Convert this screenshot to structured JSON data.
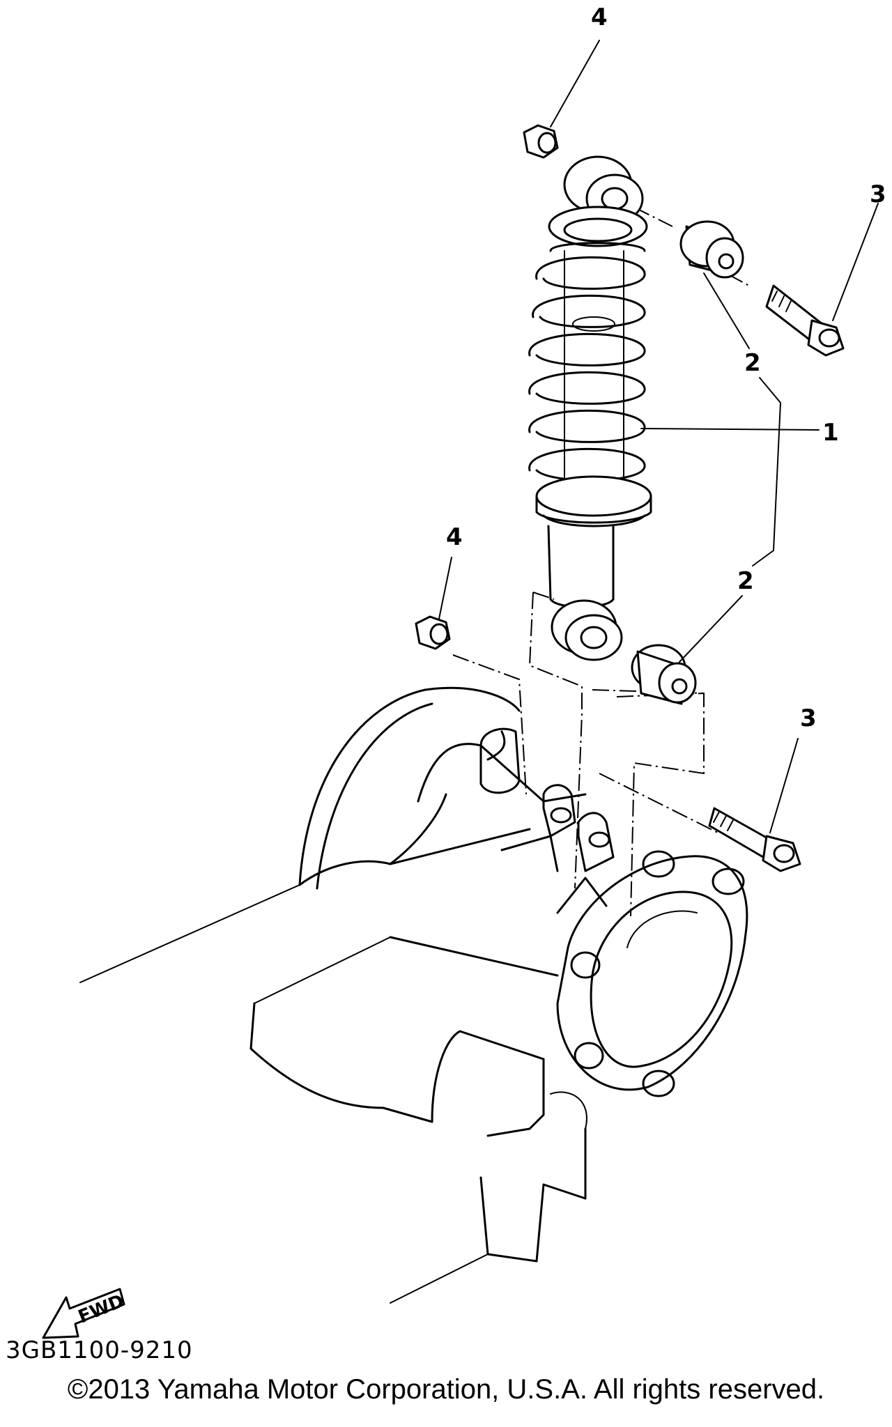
{
  "callouts": {
    "part_1": "1",
    "part_2_upper": "2",
    "part_2_lower": "2",
    "part_3_upper": "3",
    "part_3_lower": "3",
    "part_4_upper": "4",
    "part_4_lower": "4"
  },
  "direction_arrow": {
    "label": "FWD",
    "icon": "fwd-arrow-icon"
  },
  "diagram_code": "3GB1100-9210",
  "copyright": "©2013 Yamaha Motor Corporation, U.S.A. All rights reserved."
}
